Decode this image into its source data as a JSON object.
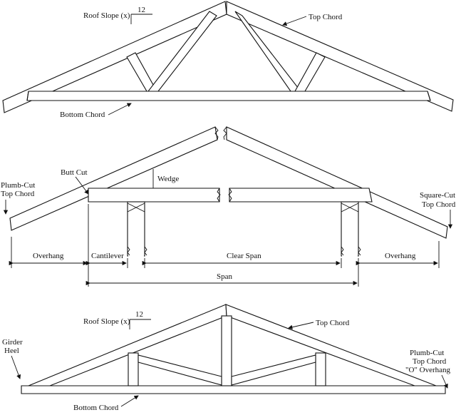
{
  "diagram1": {
    "roof_slope_label": "Roof Slope (x)",
    "roof_slope_run": "12",
    "top_chord": "Top Chord",
    "bottom_chord": "Bottom Chord"
  },
  "diagram2": {
    "butt_cut": "Butt Cut",
    "wedge": "Wedge",
    "plumb_cut_line1": "Plumb-Cut",
    "plumb_cut_line2": "Top Chord",
    "square_cut_line1": "Square-Cut",
    "square_cut_line2": "Top Chord",
    "overhang_left": "Overhang",
    "cantilever": "Cantilever",
    "clear_span": "Clear Span",
    "overhang_right": "Overhang",
    "span": "Span"
  },
  "diagram3": {
    "roof_slope_label": "Roof Slope (x)",
    "roof_slope_run": "12",
    "top_chord": "Top Chord",
    "bottom_chord": "Bottom Chord",
    "girder_line1": "Girder",
    "girder_line2": "Heel",
    "plumb_line1": "Plumb-Cut",
    "plumb_line2": "Top Chord",
    "plumb_line3": "\"O\" Overhang"
  }
}
